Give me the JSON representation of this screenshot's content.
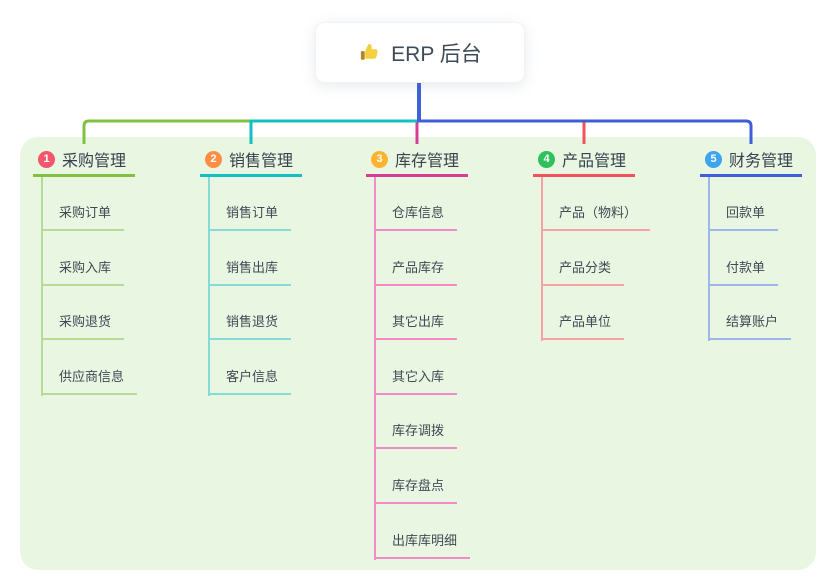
{
  "root": {
    "icon": "thumbs-up",
    "label": "ERP 后台"
  },
  "panel": {
    "background": "#e9f6e1"
  },
  "connector": {
    "root_color": "#4161d9"
  },
  "branches": [
    {
      "index": "1",
      "label": "采购管理",
      "badge_color": "#f4566b",
      "line_color": "#82c043",
      "child_line_color": "#b7db96",
      "children": [
        "采购订单",
        "采购入库",
        "采购退货",
        "供应商信息"
      ]
    },
    {
      "index": "2",
      "label": "销售管理",
      "badge_color": "#ff8e44",
      "line_color": "#13bfc0",
      "child_line_color": "#86dbd8",
      "children": [
        "销售订单",
        "销售出库",
        "销售退货",
        "客户信息"
      ]
    },
    {
      "index": "3",
      "label": "库存管理",
      "badge_color": "#ffb32e",
      "line_color": "#d63e92",
      "child_line_color": "#f08cc6",
      "children": [
        "仓库信息",
        "产品库存",
        "其它出库",
        "其它入库",
        "库存调拨",
        "库存盘点",
        "出库库明细"
      ]
    },
    {
      "index": "4",
      "label": "产品管理",
      "badge_color": "#2ec15c",
      "line_color": "#f0535a",
      "child_line_color": "#f6a3a5",
      "children": [
        "产品（物料）",
        "产品分类",
        "产品单位"
      ]
    },
    {
      "index": "5",
      "label": "财务管理",
      "badge_color": "#3da4ef",
      "line_color": "#3e5fd7",
      "child_line_color": "#9db7ea",
      "children": [
        "回款单",
        "付款单",
        "结算账户"
      ]
    }
  ]
}
